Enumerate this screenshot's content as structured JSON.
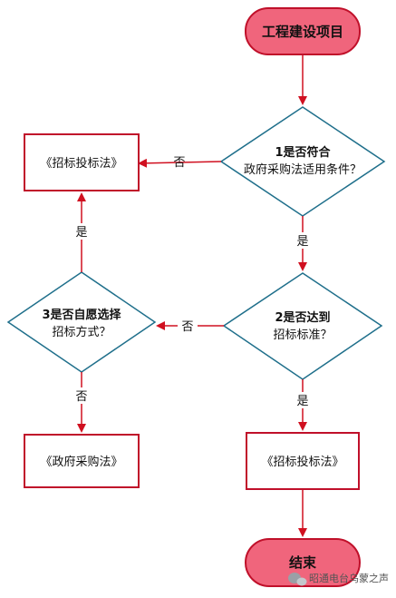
{
  "nodes": {
    "start": "工程建设项目",
    "decision1_line1": "1是否符合",
    "decision1_line2": "政府采购法适用条件？",
    "bidding_law_top": "《招标投标法》",
    "decision2_line1": "2是否达到",
    "decision2_line2": "招标标准？",
    "decision3_line1": "3是否自愿选择",
    "decision3_line2": "招标方式？",
    "gov_procurement_law": "《政府采购法》",
    "bidding_law_bottom": "《招标投标法》",
    "end": "结束"
  },
  "edges": {
    "d1_no": "否",
    "d1_yes": "是",
    "d2_no": "否",
    "d2_yes": "是",
    "d3_yes": "是",
    "d3_no": "否"
  },
  "watermark": "昭通电台乌蒙之声",
  "colors": {
    "terminal_fill": "#f0657c",
    "terminal_stroke": "#c0102a",
    "box_stroke": "#c0102a",
    "diamond_stroke": "#1f6f8b",
    "arrow": "#d01020"
  }
}
